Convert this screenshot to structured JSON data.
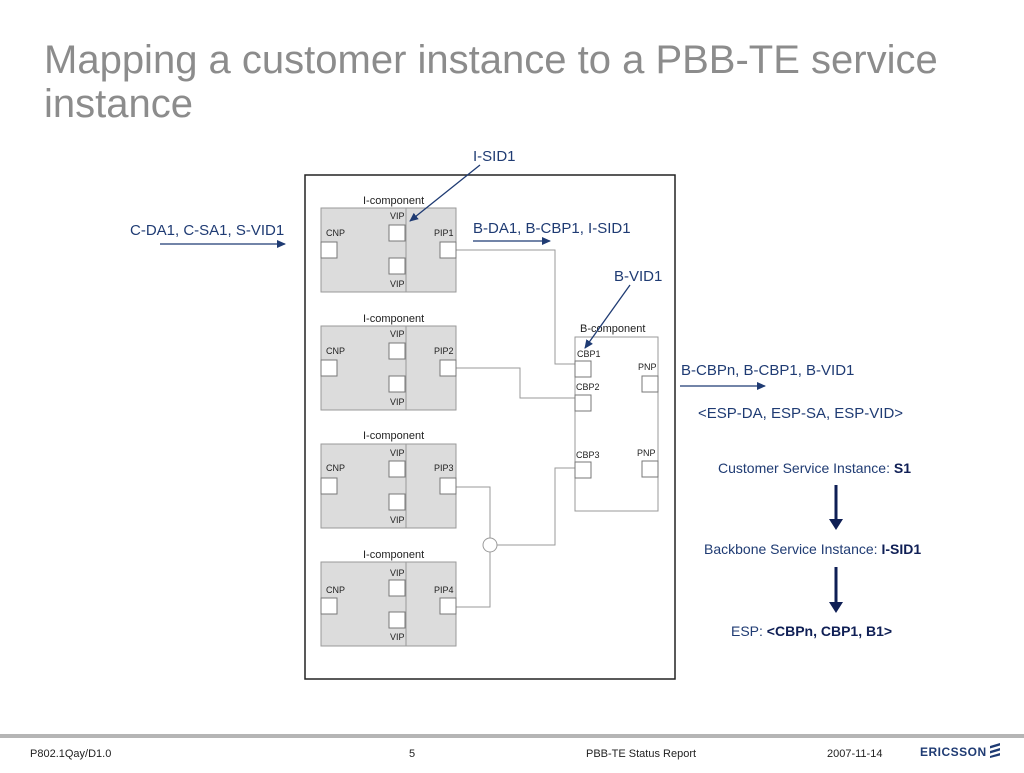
{
  "slide": {
    "title": "Mapping a customer instance to a PBB-TE service instance"
  },
  "diagram": {
    "labels": {
      "isid": "I-SID1",
      "customer_in": "C-DA1, C-SA1, S-VID1",
      "backbone_out_1": "B-DA1, B-CBP1, I-SID1",
      "bvid": "B-VID1",
      "backbone_out_2": "B-CBPn, B-CBP1, B-VID1",
      "esp_tuple": "<ESP-DA, ESP-SA, ESP-VID>"
    },
    "i_components": [
      {
        "title": "I-component",
        "vip_top": "VIP",
        "vip_bottom": "VIP",
        "cnp": "CNP",
        "pip": "PIP1"
      },
      {
        "title": "I-component",
        "vip_top": "VIP",
        "vip_bottom": "VIP",
        "cnp": "CNP",
        "pip": "PIP2"
      },
      {
        "title": "I-component",
        "vip_top": "VIP",
        "vip_bottom": "VIP",
        "cnp": "CNP",
        "pip": "PIP3"
      },
      {
        "title": "I-component",
        "vip_top": "VIP",
        "vip_bottom": "VIP",
        "cnp": "CNP",
        "pip": "PIP4"
      }
    ],
    "b_component": {
      "title": "B-component",
      "cbp1": "CBP1",
      "cbp2": "CBP2",
      "cbp3": "CBP3",
      "pnp1": "PNP",
      "pnp2": "PNP"
    }
  },
  "mapping": {
    "customer": {
      "prefix": "Customer Service Instance: ",
      "value": "S1"
    },
    "backbone": {
      "prefix": "Backbone Service Instance: ",
      "value": "I-SID1"
    },
    "esp": {
      "prefix": "ESP: ",
      "value": "<CBPn, CBP1, B1>"
    }
  },
  "footer": {
    "doc_id": "P802.1Qay/D1.0",
    "page": "5",
    "report": "PBB-TE Status Report",
    "date": "2007-11-14",
    "brand": "ERICSSON"
  },
  "colors": {
    "title": "#8c8c8c",
    "label_blue": "#1f3b73",
    "arrow": "#1f3b73",
    "component_fill": "#dcdcdc",
    "connector": "#9a9a9a"
  }
}
